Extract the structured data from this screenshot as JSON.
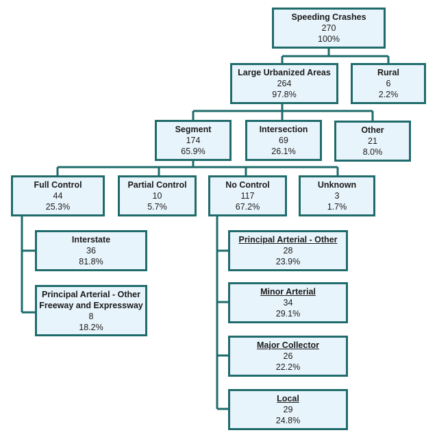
{
  "nodes": {
    "speeding": {
      "title": "Speeding Crashes",
      "count": "270",
      "pct": "100%"
    },
    "large_urban": {
      "title": "Large Urbanized Areas",
      "count": "264",
      "pct": "97.8%"
    },
    "rural": {
      "title": "Rural",
      "count": "6",
      "pct": "2.2%"
    },
    "segment": {
      "title": "Segment",
      "count": "174",
      "pct": "65.9%"
    },
    "intersection": {
      "title": "Intersection",
      "count": "69",
      "pct": "26.1%"
    },
    "other": {
      "title": "Other",
      "count": "21",
      "pct": "8.0%"
    },
    "full_control": {
      "title": "Full Control",
      "count": "44",
      "pct": "25.3%"
    },
    "partial_control": {
      "title": "Partial Control",
      "count": "10",
      "pct": "5.7%"
    },
    "no_control": {
      "title": "No Control",
      "count": "117",
      "pct": "67.2%"
    },
    "unknown": {
      "title": "Unknown",
      "count": "3",
      "pct": "1.7%"
    },
    "interstate": {
      "title": "Interstate",
      "count": "36",
      "pct": "81.8%"
    },
    "pa_freeway": {
      "title": "Principal Arterial - Other",
      "title2": "Freeway and Expressway",
      "count": "8",
      "pct": "18.2%"
    },
    "pa_other": {
      "title": "Principal Arterial - Other",
      "count": "28",
      "pct": "23.9%"
    },
    "minor_arterial": {
      "title": "Minor Arterial",
      "count": "34",
      "pct": "29.1%"
    },
    "major_collector": {
      "title": "Major Collector",
      "count": "26",
      "pct": "22.2%"
    },
    "local": {
      "title": "Local",
      "count": "29",
      "pct": "24.8%"
    }
  },
  "colors": {
    "border": "#1f6b6b",
    "fill": "#e8f4fb",
    "connector": "#1f6b6b"
  }
}
